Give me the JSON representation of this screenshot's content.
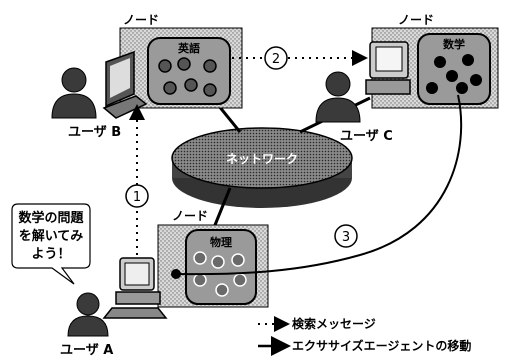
{
  "nodes": [
    {
      "label": "ノード",
      "subject": "英語"
    },
    {
      "label": "ノード",
      "subject": "数学"
    },
    {
      "label": "ノード",
      "subject": "物理"
    }
  ],
  "users": [
    {
      "label": "ユーザ B"
    },
    {
      "label": "ユーザ C"
    },
    {
      "label": "ユーザ A"
    }
  ],
  "network": {
    "label": "ネットワーク"
  },
  "steps": [
    "1",
    "2",
    "3"
  ],
  "speech_bubble": {
    "line1": "数学の問題",
    "line2": "を解いてみ",
    "line3": "よう！"
  },
  "legend": {
    "search_message": "検索メッセージ",
    "agent_move": "エクササイズエージェントの移動"
  }
}
